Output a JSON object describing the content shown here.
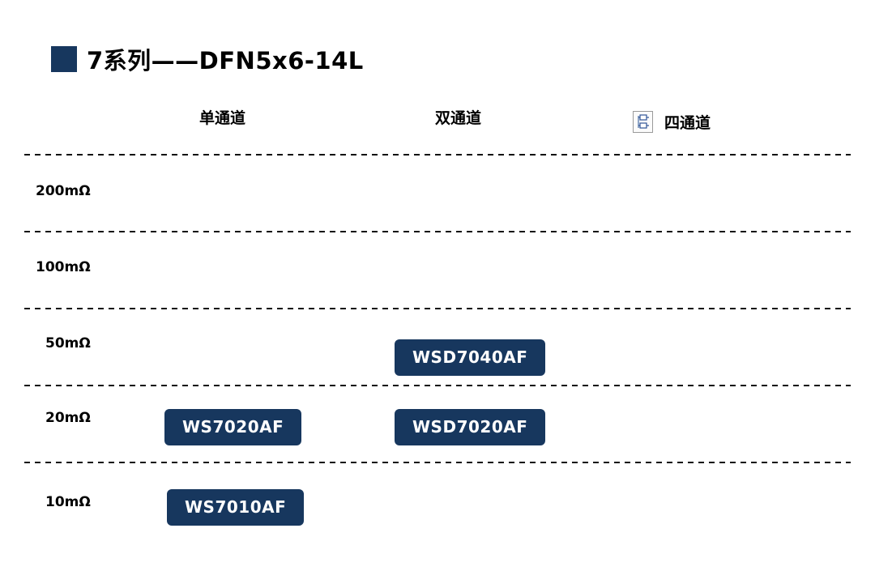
{
  "title": {
    "text": "7系列——DFN5x6-14L"
  },
  "colors": {
    "navy": "#17375E",
    "text": "#000000",
    "background": "#FFFFFF"
  },
  "columns": [
    {
      "id": "single",
      "label": "单通道"
    },
    {
      "id": "dual",
      "label": "双通道"
    },
    {
      "id": "quad",
      "label": "四通道",
      "icon": "package-schematic-icon"
    }
  ],
  "rows": [
    {
      "id": "r200",
      "label": "200mΩ"
    },
    {
      "id": "r100",
      "label": "100mΩ"
    },
    {
      "id": "r50",
      "label": "50mΩ"
    },
    {
      "id": "r20",
      "label": "20mΩ"
    },
    {
      "id": "r10",
      "label": "10mΩ"
    }
  ],
  "products": [
    {
      "name": "WSD7040AF",
      "row": "50mΩ",
      "column": "双通道"
    },
    {
      "name": "WS7020AF",
      "row": "20mΩ",
      "column": "单通道"
    },
    {
      "name": "WSD7020AF",
      "row": "20mΩ",
      "column": "双通道"
    },
    {
      "name": "WS7010AF",
      "row": "10mΩ",
      "column": "单通道"
    }
  ],
  "chart_data": {
    "type": "table",
    "title": "7系列——DFN5x6-14L",
    "columns": [
      "单通道",
      "双通道",
      "四通道"
    ],
    "row_labels": [
      "200mΩ",
      "100mΩ",
      "50mΩ",
      "20mΩ",
      "10mΩ"
    ],
    "cells": [
      [
        "",
        "",
        ""
      ],
      [
        "",
        "",
        ""
      ],
      [
        "",
        "WSD7040AF",
        ""
      ],
      [
        "WS7020AF",
        "WSD7020AF",
        ""
      ],
      [
        "WS7010AF",
        "",
        ""
      ]
    ]
  }
}
